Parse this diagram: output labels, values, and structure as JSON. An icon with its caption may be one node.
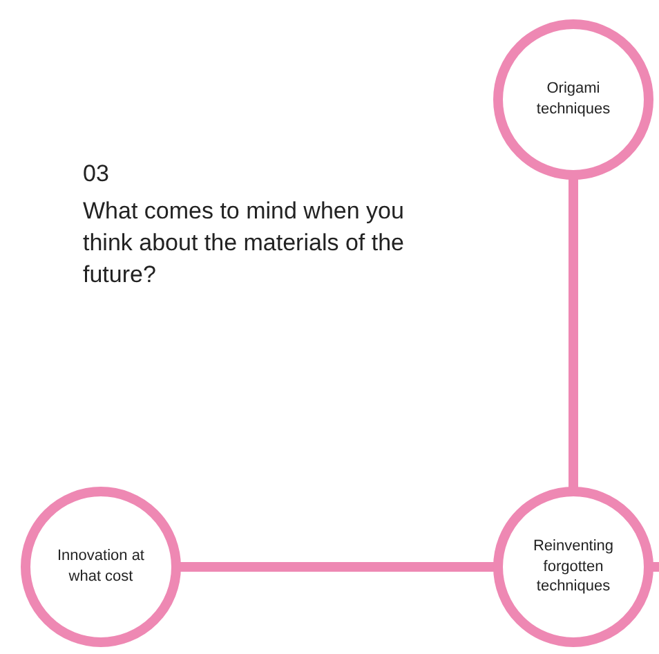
{
  "diagram": {
    "nodes": [
      {
        "text": [
          "Origami techniques"
        ]
      },
      {
        "text": [
          "Innovation at what cost"
        ]
      },
      {
        "text": [
          "Reinventing forgotten techniques"
        ]
      }
    ],
    "edges": [
      {
        "from": 0,
        "to": 2,
        "arrow": "none"
      },
      {
        "from": 1,
        "to": 2,
        "arrow": "none"
      },
      {
        "from": 2,
        "to": null,
        "arrow": "none"
      }
    ],
    "labels": [
      "03",
      "What comes to mind when you think about the materials of the future?"
    ]
  }
}
